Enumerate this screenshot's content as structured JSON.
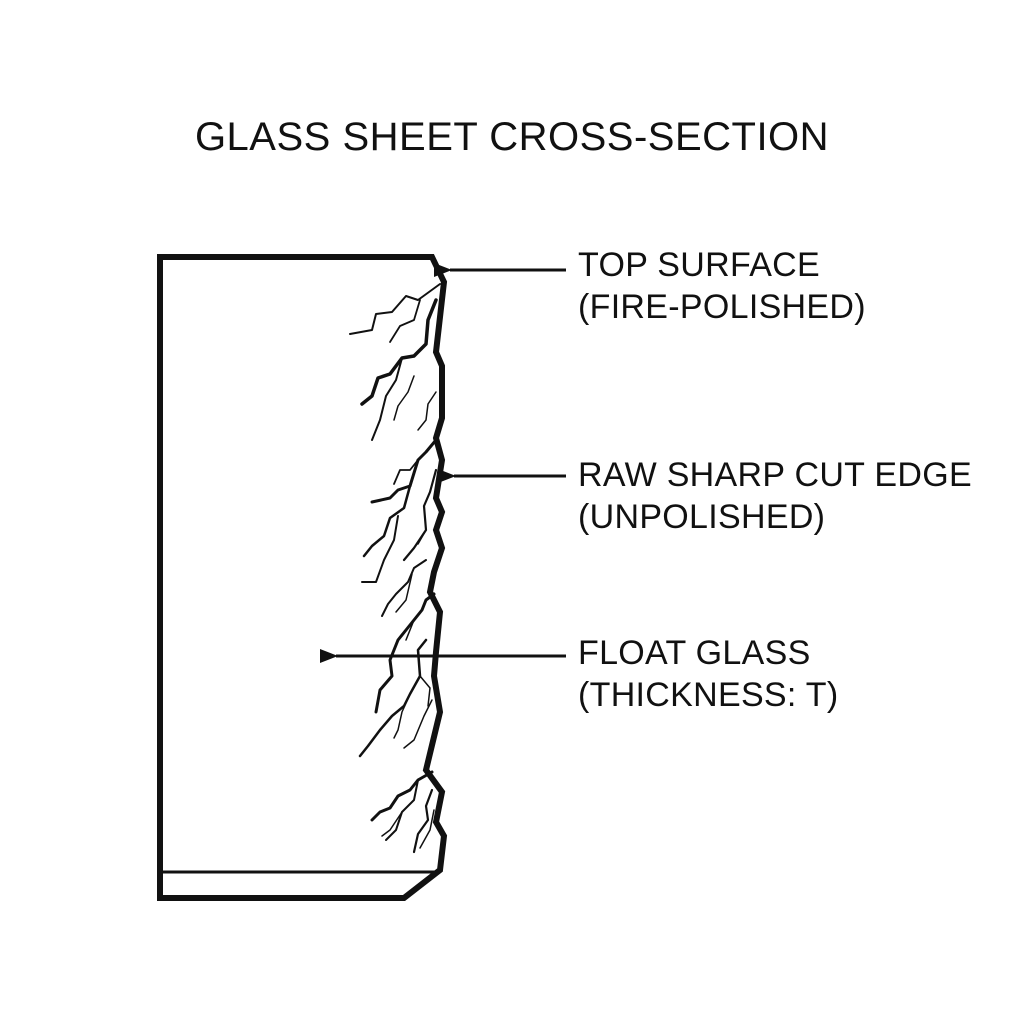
{
  "title": "GLASS SHEET CROSS-SECTION",
  "callouts": [
    {
      "id": "top-surface",
      "line1": "TOP SURFACE",
      "line2": "(FIRE-POLISHED)"
    },
    {
      "id": "raw-edge",
      "line1": "RAW SHARP CUT EDGE",
      "line2": "(UNPOLISHED)"
    },
    {
      "id": "float-glass",
      "line1": "FLOAT GLASS",
      "line2": "(THICKNESS: T)"
    }
  ],
  "colors": {
    "stroke": "#111111",
    "background": "#ffffff"
  }
}
